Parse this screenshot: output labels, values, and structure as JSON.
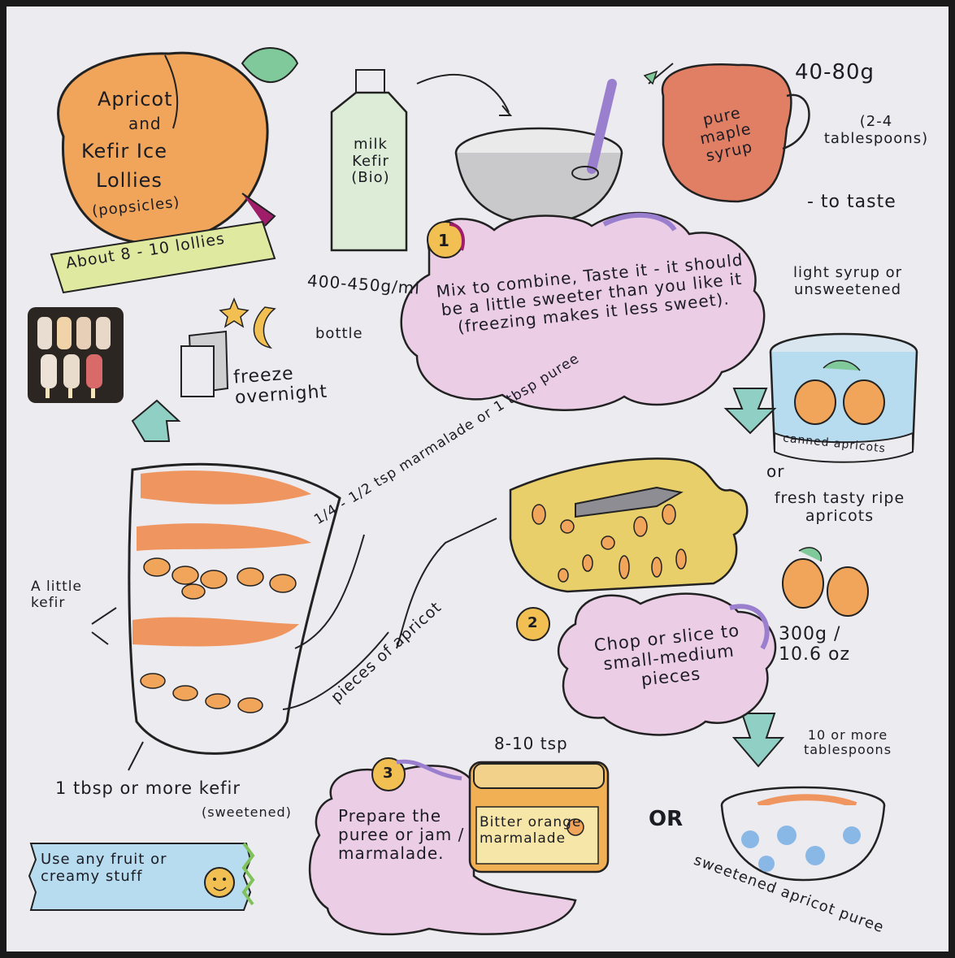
{
  "title": {
    "line1": "Apricot",
    "line2": "and",
    "line3": "Kefir Ice",
    "line4": "Lollies",
    "line5": "(popsicles)"
  },
  "yield": "About 8 - 10 lollies",
  "ingredients": {
    "kefir_label": "milk Kefir (Bio)",
    "kefir_amount": "400-450g/ml",
    "kefir_unit": "bottle",
    "maple_label": "pure maple syrup",
    "maple_amount": "40-80g",
    "maple_alt": "(2-4 tablespoons)",
    "maple_note": "- to taste",
    "canned_note": "light syrup or unsweetened",
    "canned_label": "canned apricots",
    "or_1": "or",
    "fresh_label": "fresh tasty ripe apricots",
    "fresh_amount": "300g / 10.6 oz",
    "marmalade_label": "Bitter orange marmalade",
    "marmalade_amount": "8-10 tsp",
    "puree_amount": "10 or more tablespoons",
    "puree_label": "sweetened apricot puree",
    "or_2": "OR"
  },
  "steps": [
    {
      "number": "1",
      "text": "Mix to combine, Taste it - it should be a little sweeter than you like it (freezing makes it less sweet)."
    },
    {
      "number": "2",
      "text": "Chop or slice to small-medium pieces"
    },
    {
      "number": "3",
      "text": "Prepare the puree or jam / marmalade."
    }
  ],
  "freeze": "freeze overnight",
  "layers": {
    "marmalade_layer": "1/4 - 1/2 tsp marmalade or 1 tbsp puree",
    "apricot_layer": "pieces of apricot",
    "kefir_layer": "A little kefir",
    "bottom": "1 tbsp or more kefir",
    "bottom_note": "(sweetened)"
  },
  "tip": "Use any fruit or creamy stuff",
  "colors": {
    "paper": "#ecebf0",
    "apricot": "#f0a55a",
    "pink_cloud": "#ebcde6",
    "purple": "#9b7fcf",
    "green_arrow": "#8fcfc4",
    "maple_red": "#e07f64",
    "jar_orange": "#f2b055"
  },
  "icons": [
    "apricot-fruit-icon",
    "leaf-icon",
    "bottle-icon",
    "bowl-icon",
    "whisk-icon",
    "jug-icon",
    "tin-can-icon",
    "chopping-board-icon",
    "knife-icon",
    "jar-icon",
    "cup-icon",
    "freezer-icon",
    "star-icon",
    "moon-icon",
    "arrow-icon",
    "smiley-icon",
    "popsicle-photo"
  ]
}
